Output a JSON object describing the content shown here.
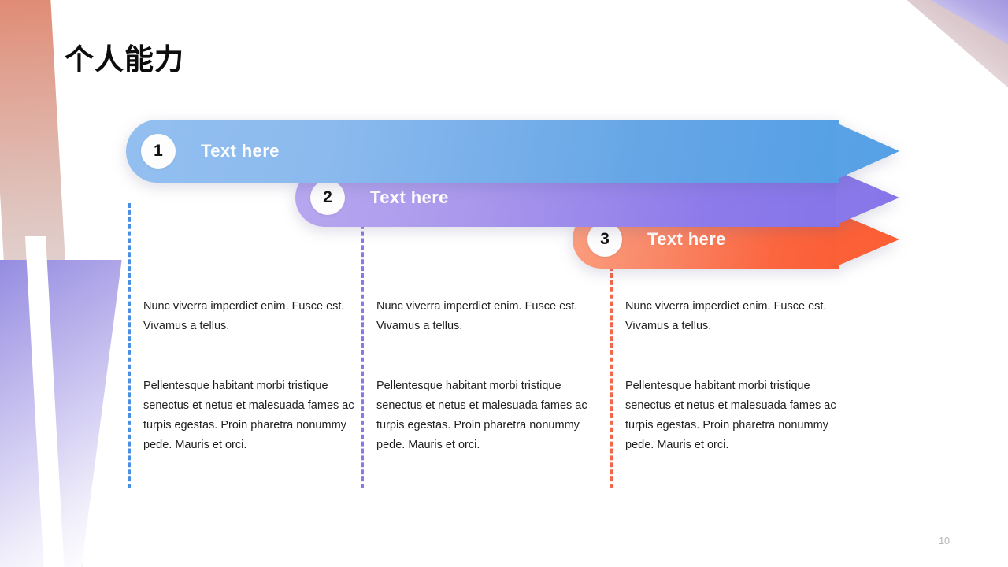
{
  "slide": {
    "title": "个人能力",
    "page_number": "10"
  },
  "arrows": [
    {
      "number": "1",
      "label": "Text here",
      "color_start": "#93bff0",
      "color_end": "#55a0e5"
    },
    {
      "number": "2",
      "label": "Text here",
      "color_start": "#b7a7ef",
      "color_end": "#8575e9"
    },
    {
      "number": "3",
      "label": "Text here",
      "color_start": "#fa9e7e",
      "color_end": "#fb5e35"
    }
  ],
  "columns": [
    {
      "rule_color": "#4a90e2",
      "paragraph_1": "Nunc viverra imperdiet enim. Fusce est. Vivamus a tellus.",
      "paragraph_2": "Pellentesque habitant morbi tristique senectus et netus et malesuada fames ac turpis egestas. Proin pharetra nonummy pede. Mauris et orci."
    },
    {
      "rule_color": "#8878ea",
      "paragraph_1": "Nunc viverra imperdiet enim. Fusce est. Vivamus a tellus.",
      "paragraph_2": "Pellentesque habitant morbi tristique senectus et netus et malesuada fames ac turpis egestas. Proin pharetra nonummy pede. Mauris et orci."
    },
    {
      "rule_color": "#f2674a",
      "paragraph_1": "Nunc viverra imperdiet enim. Fusce est. Vivamus a tellus.",
      "paragraph_2": "Pellentesque habitant morbi tristique senectus et netus et malesuada fames ac turpis egestas. Proin pharetra nonummy pede. Mauris et orci."
    }
  ],
  "decorations": {
    "left_ribbon": "diagonal-ribbon-rose-to-purple",
    "left_wedge": "bottom-left-purple-wedge",
    "top_right_rose": "top-right-rose-triangle",
    "top_right_purple": "top-right-purple-triangle"
  }
}
